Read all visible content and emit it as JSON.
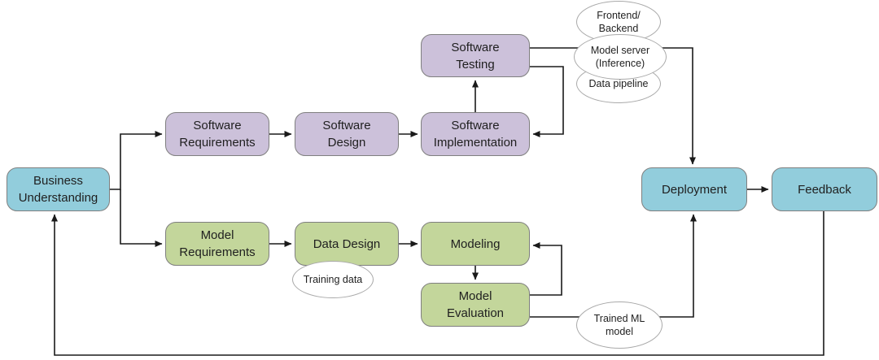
{
  "diagram": {
    "colors": {
      "software_node": "#CCC1DA",
      "ml_node": "#C3D69B",
      "shared_node": "#92CDDC",
      "node_border": "#7F7F7F",
      "ellipse_border": "#A9A9A9",
      "line": "#1A1A1A",
      "text": "#1F1F1F",
      "background": "#FFFFFF"
    },
    "nodes": [
      {
        "id": "business-understanding",
        "label": "Business\nUnderstanding",
        "track": "shared"
      },
      {
        "id": "software-requirements",
        "label": "Software\nRequirements",
        "track": "software"
      },
      {
        "id": "software-design",
        "label": "Software\nDesign",
        "track": "software"
      },
      {
        "id": "software-implementation",
        "label": "Software\nImplementation",
        "track": "software"
      },
      {
        "id": "software-testing",
        "label": "Software\nTesting",
        "track": "software"
      },
      {
        "id": "model-requirements",
        "label": "Model\nRequirements",
        "track": "ml"
      },
      {
        "id": "data-design",
        "label": "Data Design",
        "track": "ml"
      },
      {
        "id": "modeling",
        "label": "Modeling",
        "track": "ml"
      },
      {
        "id": "model-evaluation",
        "label": "Model\nEvaluation",
        "track": "ml"
      },
      {
        "id": "deployment",
        "label": "Deployment",
        "track": "shared"
      },
      {
        "id": "feedback",
        "label": "Feedback",
        "track": "shared"
      }
    ],
    "artifacts": [
      {
        "id": "frontend-backend",
        "label": "Frontend/\nBackend"
      },
      {
        "id": "data-pipeline",
        "label": "Data pipeline"
      },
      {
        "id": "model-server",
        "label": "Model server\n(Inference)"
      },
      {
        "id": "training-data",
        "label": "Training data"
      },
      {
        "id": "trained-ml-model",
        "label": "Trained ML\nmodel"
      }
    ]
  }
}
